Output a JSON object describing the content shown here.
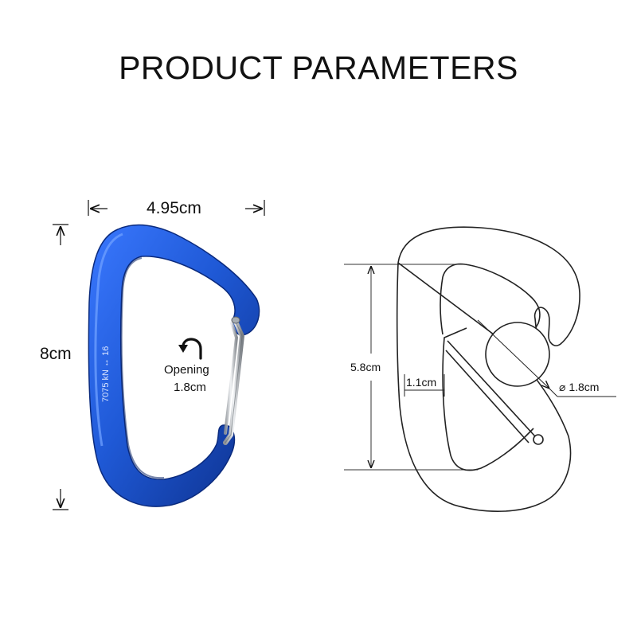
{
  "title": "PRODUCT  PARAMETERS",
  "photo": {
    "width_label": "4.95cm",
    "height_label": "8cm",
    "opening_label": "Opening",
    "opening_value": "1.8cm",
    "engraving": "7075  kN ↔ 16",
    "body_color": "#1f59d6",
    "gate_color": "#c9cdd2"
  },
  "diagram": {
    "height_label": "5.8cm",
    "wall_label": "1.1cm",
    "diameter_label": "⌀ 1.8cm"
  }
}
